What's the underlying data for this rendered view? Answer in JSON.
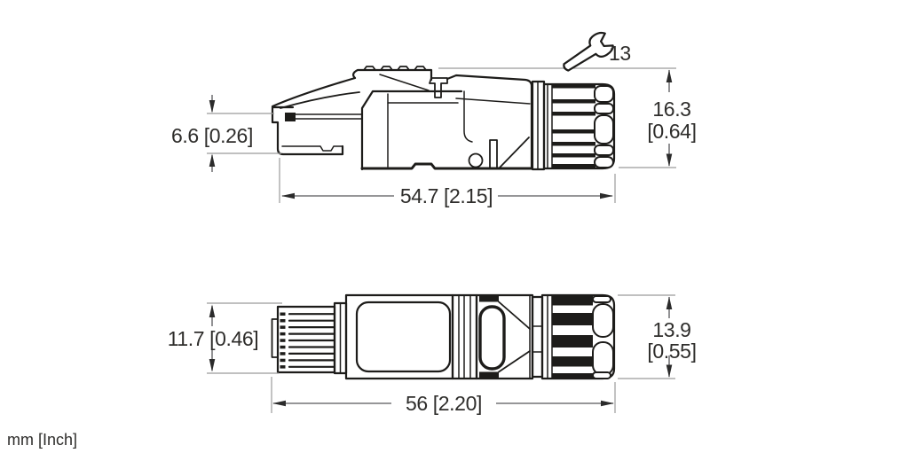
{
  "page": {
    "background": "#ffffff",
    "units_note": "mm [Inch]"
  },
  "colors": {
    "line": "#1d1c1a",
    "dimension_line": "#58585a",
    "extension_line": "#9b9b9b",
    "arrow": "#2b2b2b",
    "text": "#2e2d2b"
  },
  "icons": {
    "wrench": "wrench-icon"
  },
  "views": {
    "side": {
      "dims": {
        "tip_height": "6.6 [0.26]",
        "length": "54.7 [2.15]",
        "overall_height_mm": "16.3",
        "overall_height_inch": "[0.64]",
        "wrench_size": "13"
      }
    },
    "plan": {
      "dims": {
        "front_width": "11.7 [0.46]",
        "length": "56 [2.20]",
        "nut_width_mm": "13.9",
        "nut_width_inch": "[0.55]"
      }
    }
  }
}
